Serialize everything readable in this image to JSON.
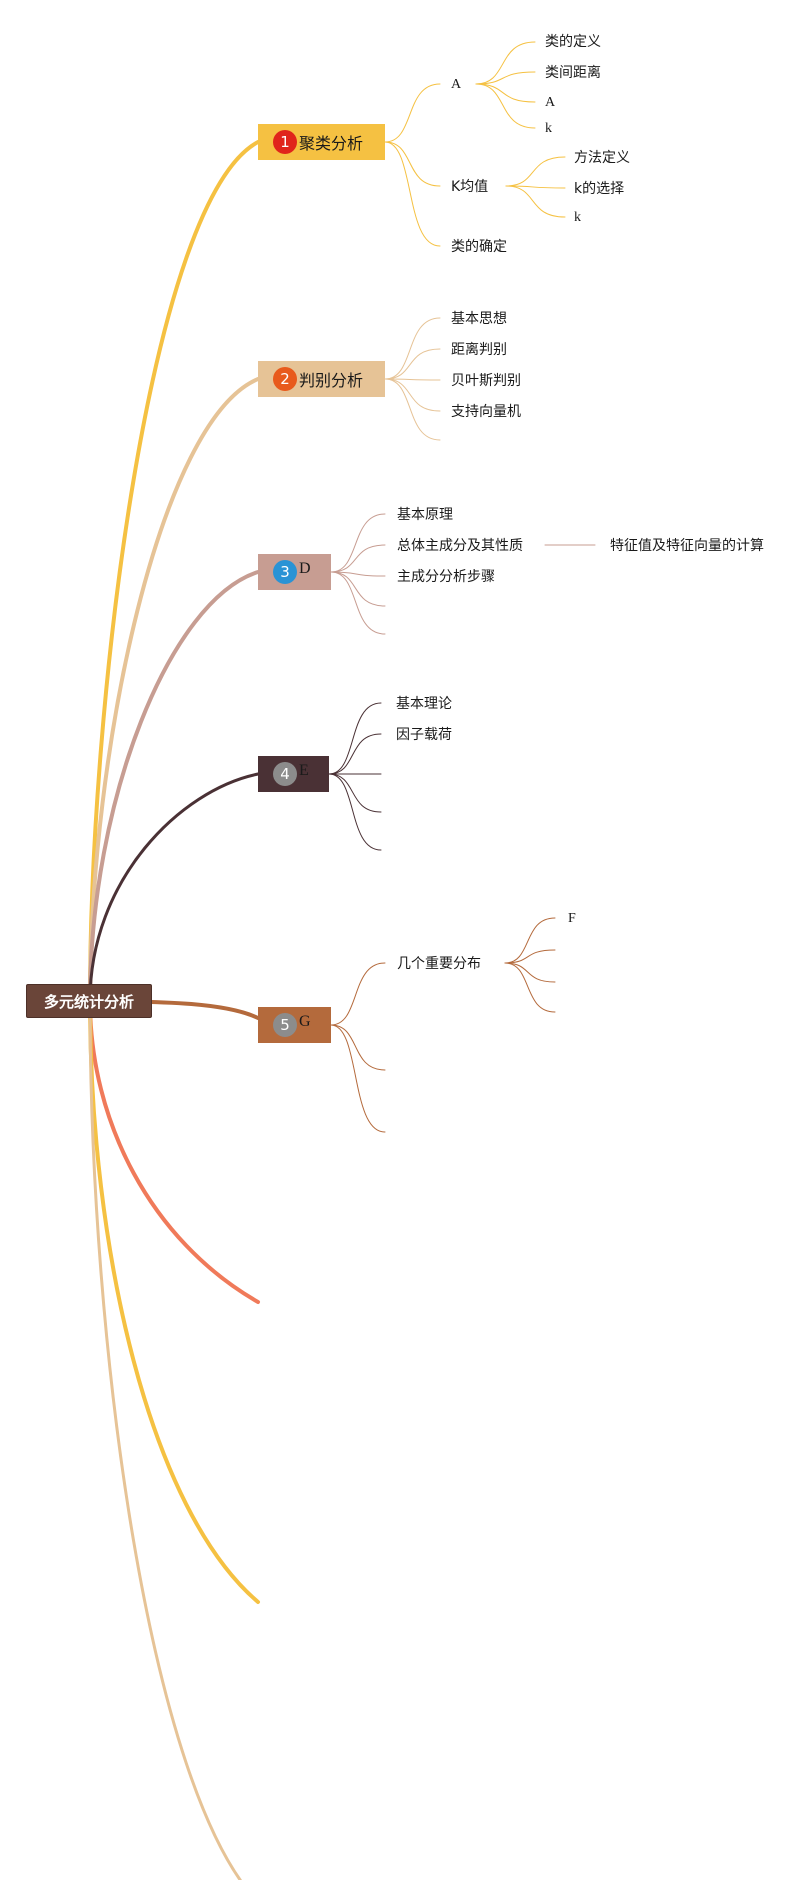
{
  "root": {
    "label": "多元统计分析"
  },
  "colors": {
    "root_fill": "#6a4539",
    "branch1": "#f5c142",
    "branch2": "#e6c396",
    "branch3": "#c79d92",
    "branch4": "#4a3135",
    "branch5": "#b46a3c",
    "branch6": "#f07a5a",
    "branch7": "#f5c142",
    "branch8": "#e6c396",
    "badge1": "#e0251b",
    "badge2": "#e85a1c",
    "badge3": "#2a93d5",
    "badge4": "#8c8c8c",
    "badge5": "#8c8c8c"
  },
  "branches": [
    {
      "badge": "1",
      "label": "聚类分析",
      "children": [
        {
          "label": "A",
          "children": [
            "类的定义",
            "类间距离",
            "A",
            "k"
          ]
        },
        {
          "label": "K均值",
          "children": [
            "方法定义",
            "k的选择",
            "k"
          ]
        },
        {
          "label": "类的确定"
        }
      ]
    },
    {
      "badge": "2",
      "label": "判别分析",
      "children": [
        "基本思想",
        "距离判别",
        "贝叶斯判别",
        "支持向量机"
      ]
    },
    {
      "badge": "3",
      "label": "D",
      "children": [
        {
          "label": "基本原理"
        },
        {
          "label": "总体主成分及其性质",
          "children": [
            "特征值及特征向量的计算"
          ]
        },
        {
          "label": "主成分分析步骤"
        }
      ]
    },
    {
      "badge": "4",
      "label": "E",
      "children": [
        "基本理论",
        "因子载荷"
      ]
    },
    {
      "badge": "5",
      "label": "G",
      "children": [
        {
          "label": "几个重要分布",
          "children": [
            "F"
          ]
        }
      ]
    }
  ]
}
